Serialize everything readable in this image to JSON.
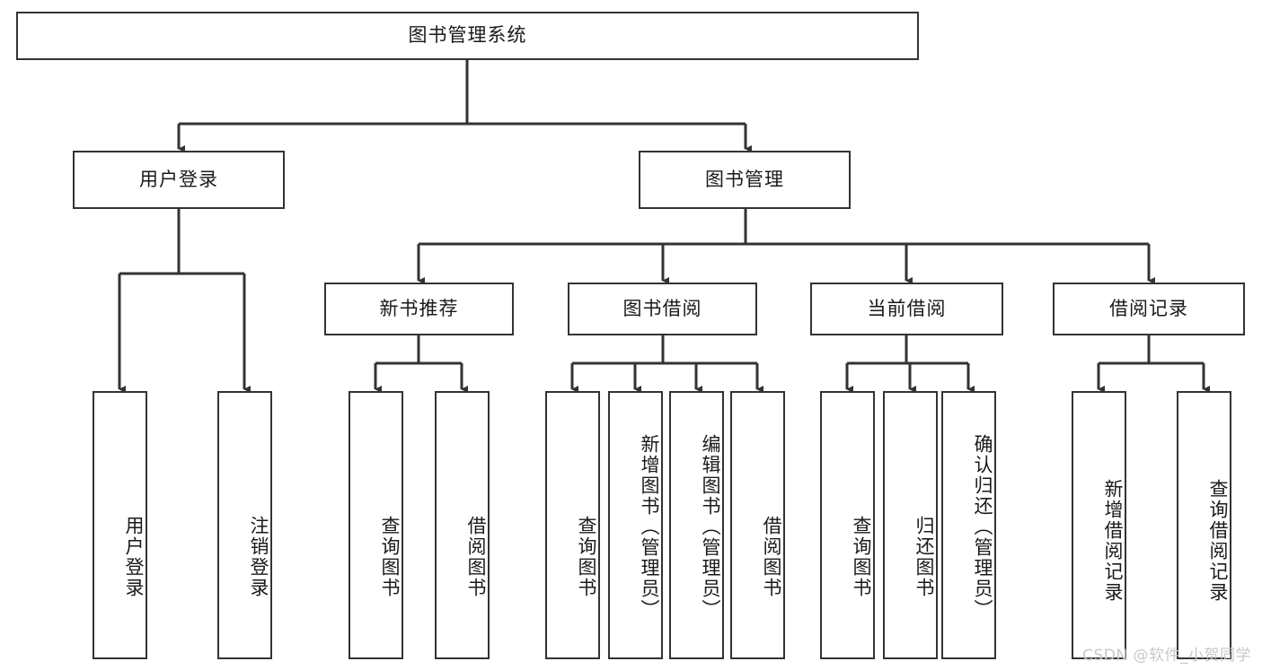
{
  "diagram": {
    "type": "tree",
    "title": "图书管理系统",
    "colors": {
      "background": "#ffffff",
      "stroke": "#333333",
      "text": "#1a1a1a",
      "watermark": "#c8c8c8"
    },
    "levels": {
      "root": {
        "label": "图书管理系统"
      },
      "level2": [
        {
          "label": "用户登录"
        },
        {
          "label": "图书管理"
        }
      ],
      "level3": [
        {
          "label": "新书推荐"
        },
        {
          "label": "图书借阅"
        },
        {
          "label": "当前借阅"
        },
        {
          "label": "借阅记录"
        }
      ],
      "leaves": {
        "user_login": [
          {
            "label": "用户登录"
          },
          {
            "label": "注销登录"
          }
        ],
        "new_book_recommend": [
          {
            "label": "查询图书"
          },
          {
            "label": "借阅图书"
          }
        ],
        "book_borrow": [
          {
            "label": "查询图书"
          },
          {
            "label": "新增图书（管理员）"
          },
          {
            "label": "编辑图书（管理员）"
          },
          {
            "label": "借阅图书"
          }
        ],
        "current_borrow": [
          {
            "label": "查询图书"
          },
          {
            "label": "归还图书"
          },
          {
            "label": "确认归还（管理员）"
          }
        ],
        "borrow_record": [
          {
            "label": "新增借阅记录"
          },
          {
            "label": "查询借阅记录"
          }
        ]
      }
    }
  },
  "watermark": {
    "text": "CSDN @软件_小贺同学"
  }
}
